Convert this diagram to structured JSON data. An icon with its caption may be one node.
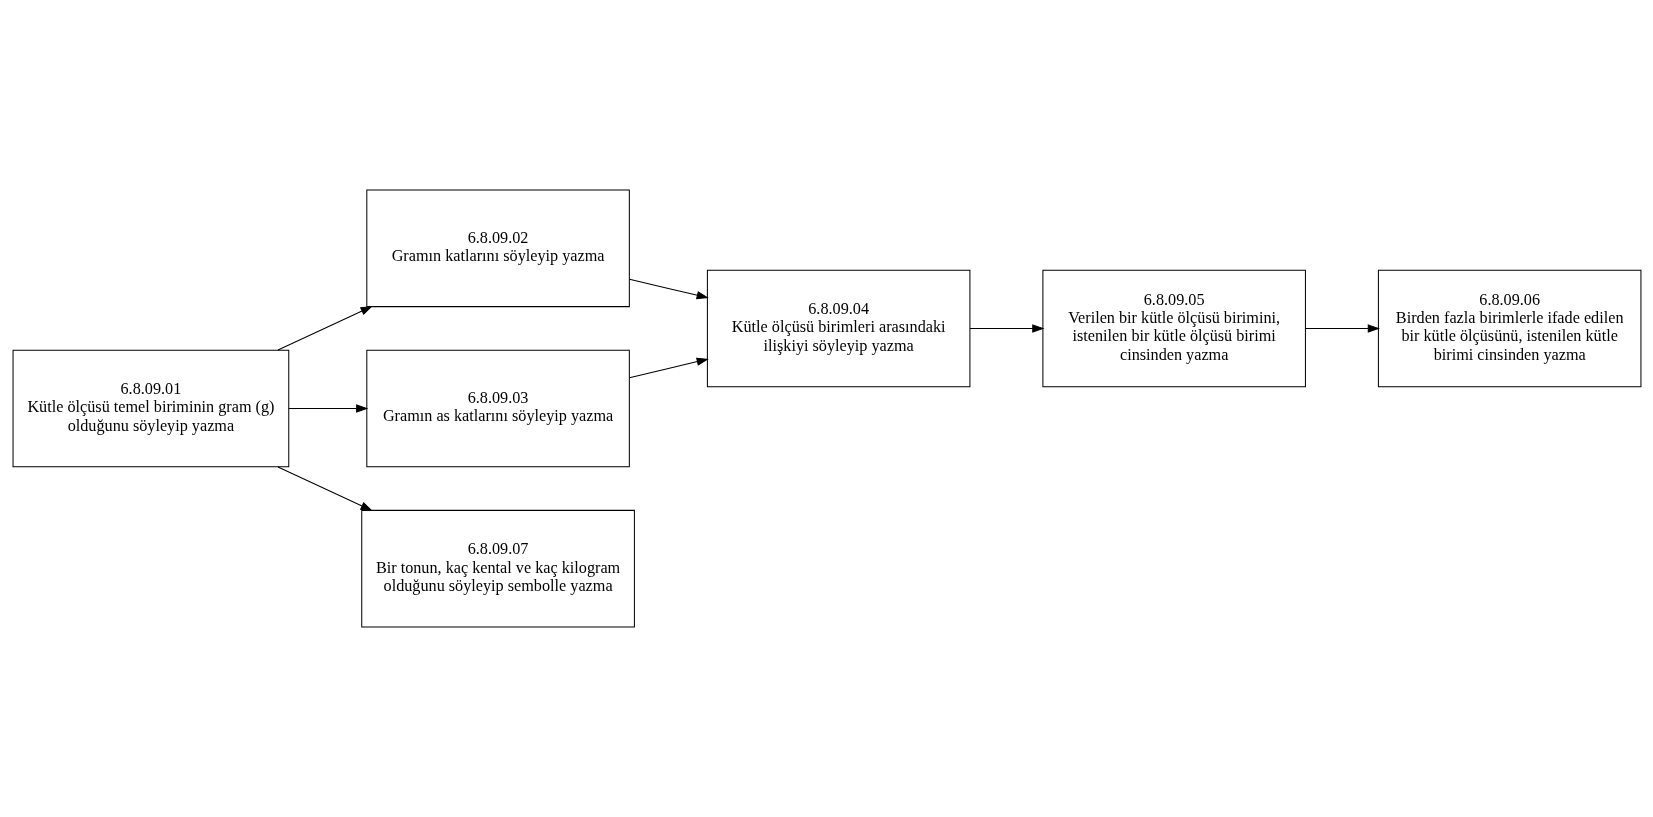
{
  "diagram": {
    "nodes": [
      {
        "text": [
          "6.8.09.01",
          "Kütle ölçüsü temel biriminin gram (g) olduğunu söyleyip yazma"
        ]
      },
      {
        "text": [
          "6.8.09.02",
          "Gramın katlarını söyleyip yazma"
        ]
      },
      {
        "text": [
          "6.8.09.03",
          "Gramın as katlarını söyleyip yazma"
        ]
      },
      {
        "text": [
          "6.8.09.04",
          "Kütle ölçüsü birimleri arasındaki ilişkiyi söyleyip yazma"
        ]
      },
      {
        "text": [
          "6.8.09.05",
          "Verilen bir kütle ölçüsü birimini, istenilen bir kütle ölçüsü birimi cinsinden yazma"
        ]
      },
      {
        "text": [
          "6.8.09.07",
          "Bir tonun, kaç kental ve kaç kilogram olduğunu söyleyip sembolle yazma"
        ]
      },
      {
        "text": [
          "6.8.09.06",
          "Birden fazla birimlerle ifade edilen bir kütle ölçüsünü, istenilen kütle birimi cinsinden yazma"
        ]
      }
    ],
    "edges": [
      {
        "from": 0,
        "to": 1,
        "arrow": "to"
      },
      {
        "from": 0,
        "to": 2,
        "arrow": "to"
      },
      {
        "from": 1,
        "to": 3,
        "arrow": "to"
      },
      {
        "from": 2,
        "to": 3,
        "arrow": "to"
      },
      {
        "from": 3,
        "to": 4,
        "arrow": "to"
      },
      {
        "from": 4,
        "to": 6,
        "arrow": "to"
      },
      {
        "from": 0,
        "to": 5,
        "arrow": "to"
      }
    ]
  }
}
